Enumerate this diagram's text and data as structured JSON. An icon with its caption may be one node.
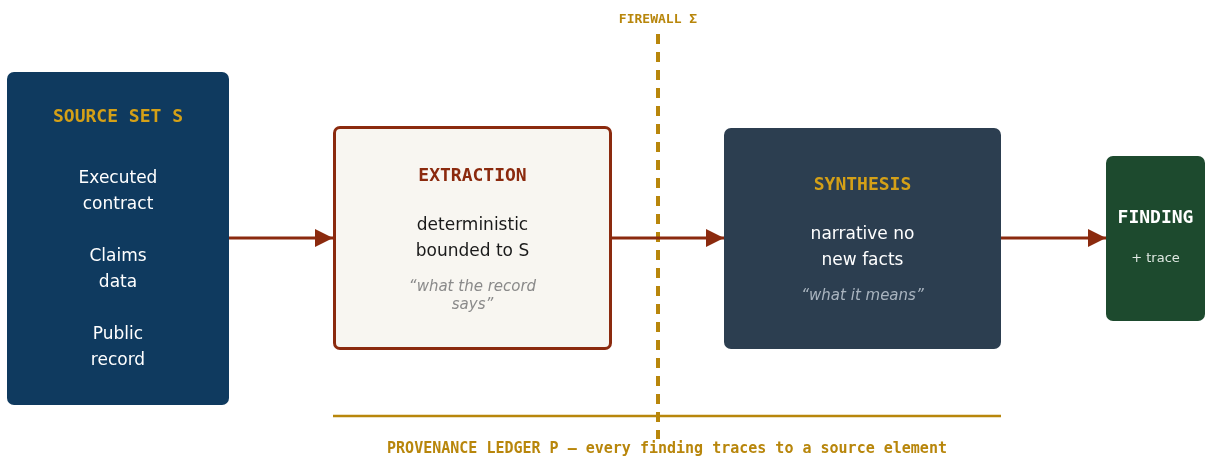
{
  "diagram": {
    "nodes": [
      {
        "text": [
          "SOURCE SET S",
          "Executed contract",
          "Claims data",
          "Public record"
        ]
      },
      {
        "text": [
          "EXTRACTION",
          "deterministic bounded to S",
          "“what the record says”"
        ]
      },
      {
        "text": [
          "SYNTHESIS",
          "narrative no new facts",
          "“what it means”"
        ]
      },
      {
        "text": [
          "FINDING",
          "+ trace"
        ]
      }
    ],
    "edges": [
      {
        "from": 0,
        "to": 1,
        "arrow": "to"
      },
      {
        "from": 1,
        "to": 2,
        "arrow": "to"
      },
      {
        "from": 2,
        "to": 3,
        "arrow": "to"
      }
    ],
    "labels": [
      "FIREWALL Σ",
      "PROVENANCE LEDGER P — every finding traces to a source element"
    ]
  }
}
